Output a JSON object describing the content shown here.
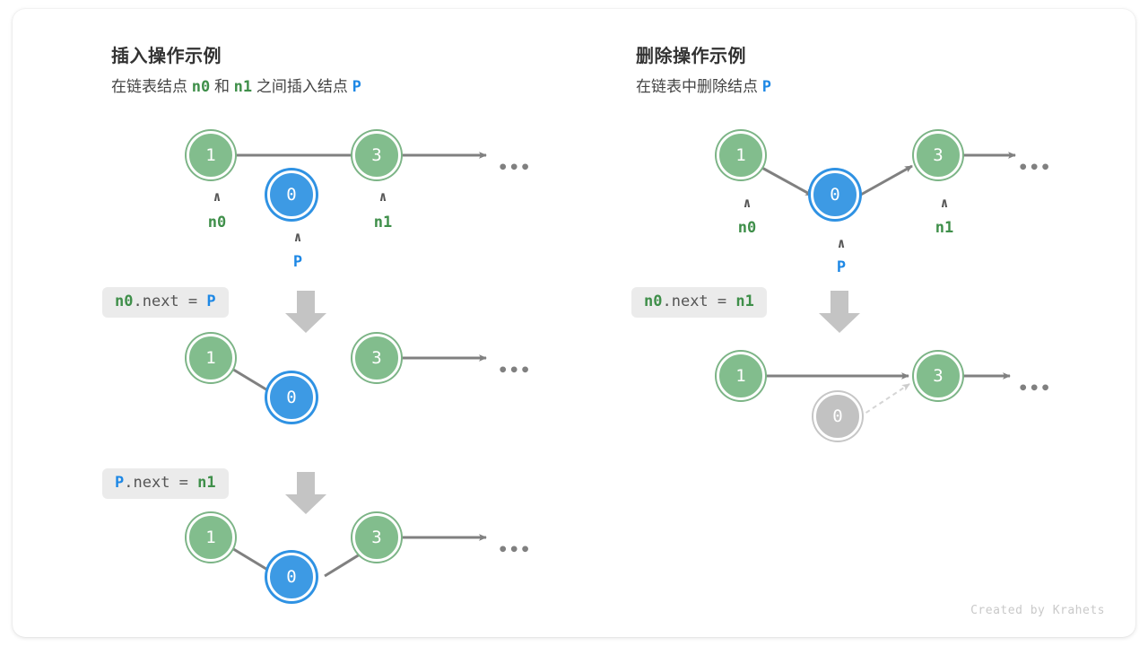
{
  "figure": {
    "credit": "Created by Krahets"
  },
  "panels": [
    {
      "id": "insert",
      "title": "插入操作示例",
      "subtitle_parts": [
        {
          "text": "在链表结点 ",
          "style": "plain"
        },
        {
          "text": "n0",
          "style": "green"
        },
        {
          "text": " 和 ",
          "style": "plain"
        },
        {
          "text": "n1",
          "style": "green"
        },
        {
          "text": " 之间插入结点 ",
          "style": "plain"
        },
        {
          "text": "P",
          "style": "blue"
        }
      ],
      "steps": [
        {
          "code_parts": [
            {
              "text": "n0",
              "style": "green"
            },
            {
              "text": ".next = ",
              "style": "plain"
            },
            {
              "text": "P",
              "style": "blue"
            }
          ]
        },
        {
          "code_parts": [
            {
              "text": "P",
              "style": "blue"
            },
            {
              "text": ".next = ",
              "style": "plain"
            },
            {
              "text": "n1",
              "style": "green"
            }
          ]
        }
      ],
      "rows": [
        {
          "nodes": [
            {
              "value": "1",
              "color": "green",
              "label": "n0",
              "label_color": "green"
            },
            {
              "value": "0",
              "color": "blue",
              "label": "P",
              "label_color": "blue"
            },
            {
              "value": "3",
              "color": "green",
              "label": "n1",
              "label_color": "green"
            }
          ],
          "ellipsis": "•••"
        },
        {
          "nodes": [
            {
              "value": "1",
              "color": "green"
            },
            {
              "value": "0",
              "color": "blue"
            },
            {
              "value": "3",
              "color": "green"
            }
          ],
          "ellipsis": "•••"
        },
        {
          "nodes": [
            {
              "value": "1",
              "color": "green"
            },
            {
              "value": "0",
              "color": "blue"
            },
            {
              "value": "3",
              "color": "green"
            }
          ],
          "ellipsis": "•••"
        }
      ]
    },
    {
      "id": "delete",
      "title": "删除操作示例",
      "subtitle_parts": [
        {
          "text": "在链表中删除结点 ",
          "style": "plain"
        },
        {
          "text": "P",
          "style": "blue"
        }
      ],
      "steps": [
        {
          "code_parts": [
            {
              "text": "n0",
              "style": "green"
            },
            {
              "text": ".next = ",
              "style": "plain"
            },
            {
              "text": "n1",
              "style": "green"
            }
          ]
        }
      ],
      "rows": [
        {
          "nodes": [
            {
              "value": "1",
              "color": "green",
              "label": "n0",
              "label_color": "green"
            },
            {
              "value": "0",
              "color": "blue",
              "label": "P",
              "label_color": "blue"
            },
            {
              "value": "3",
              "color": "green",
              "label": "n1",
              "label_color": "green"
            }
          ],
          "ellipsis": "•••"
        },
        {
          "nodes": [
            {
              "value": "1",
              "color": "green"
            },
            {
              "value": "0",
              "color": "gray"
            },
            {
              "value": "3",
              "color": "green"
            }
          ],
          "ellipsis": "•••"
        }
      ]
    }
  ],
  "colors": {
    "node_green": "#82bd8d",
    "node_blue": "#3d9ae4",
    "node_gray": "#c2c2c2",
    "arrow": "#808080",
    "code_bg": "#ebebeb",
    "label_green": "#3f8f4a",
    "label_blue": "#1e88e5"
  },
  "glyphs": {
    "caret": "∧",
    "down_arrow": "down-arrow-icon"
  }
}
